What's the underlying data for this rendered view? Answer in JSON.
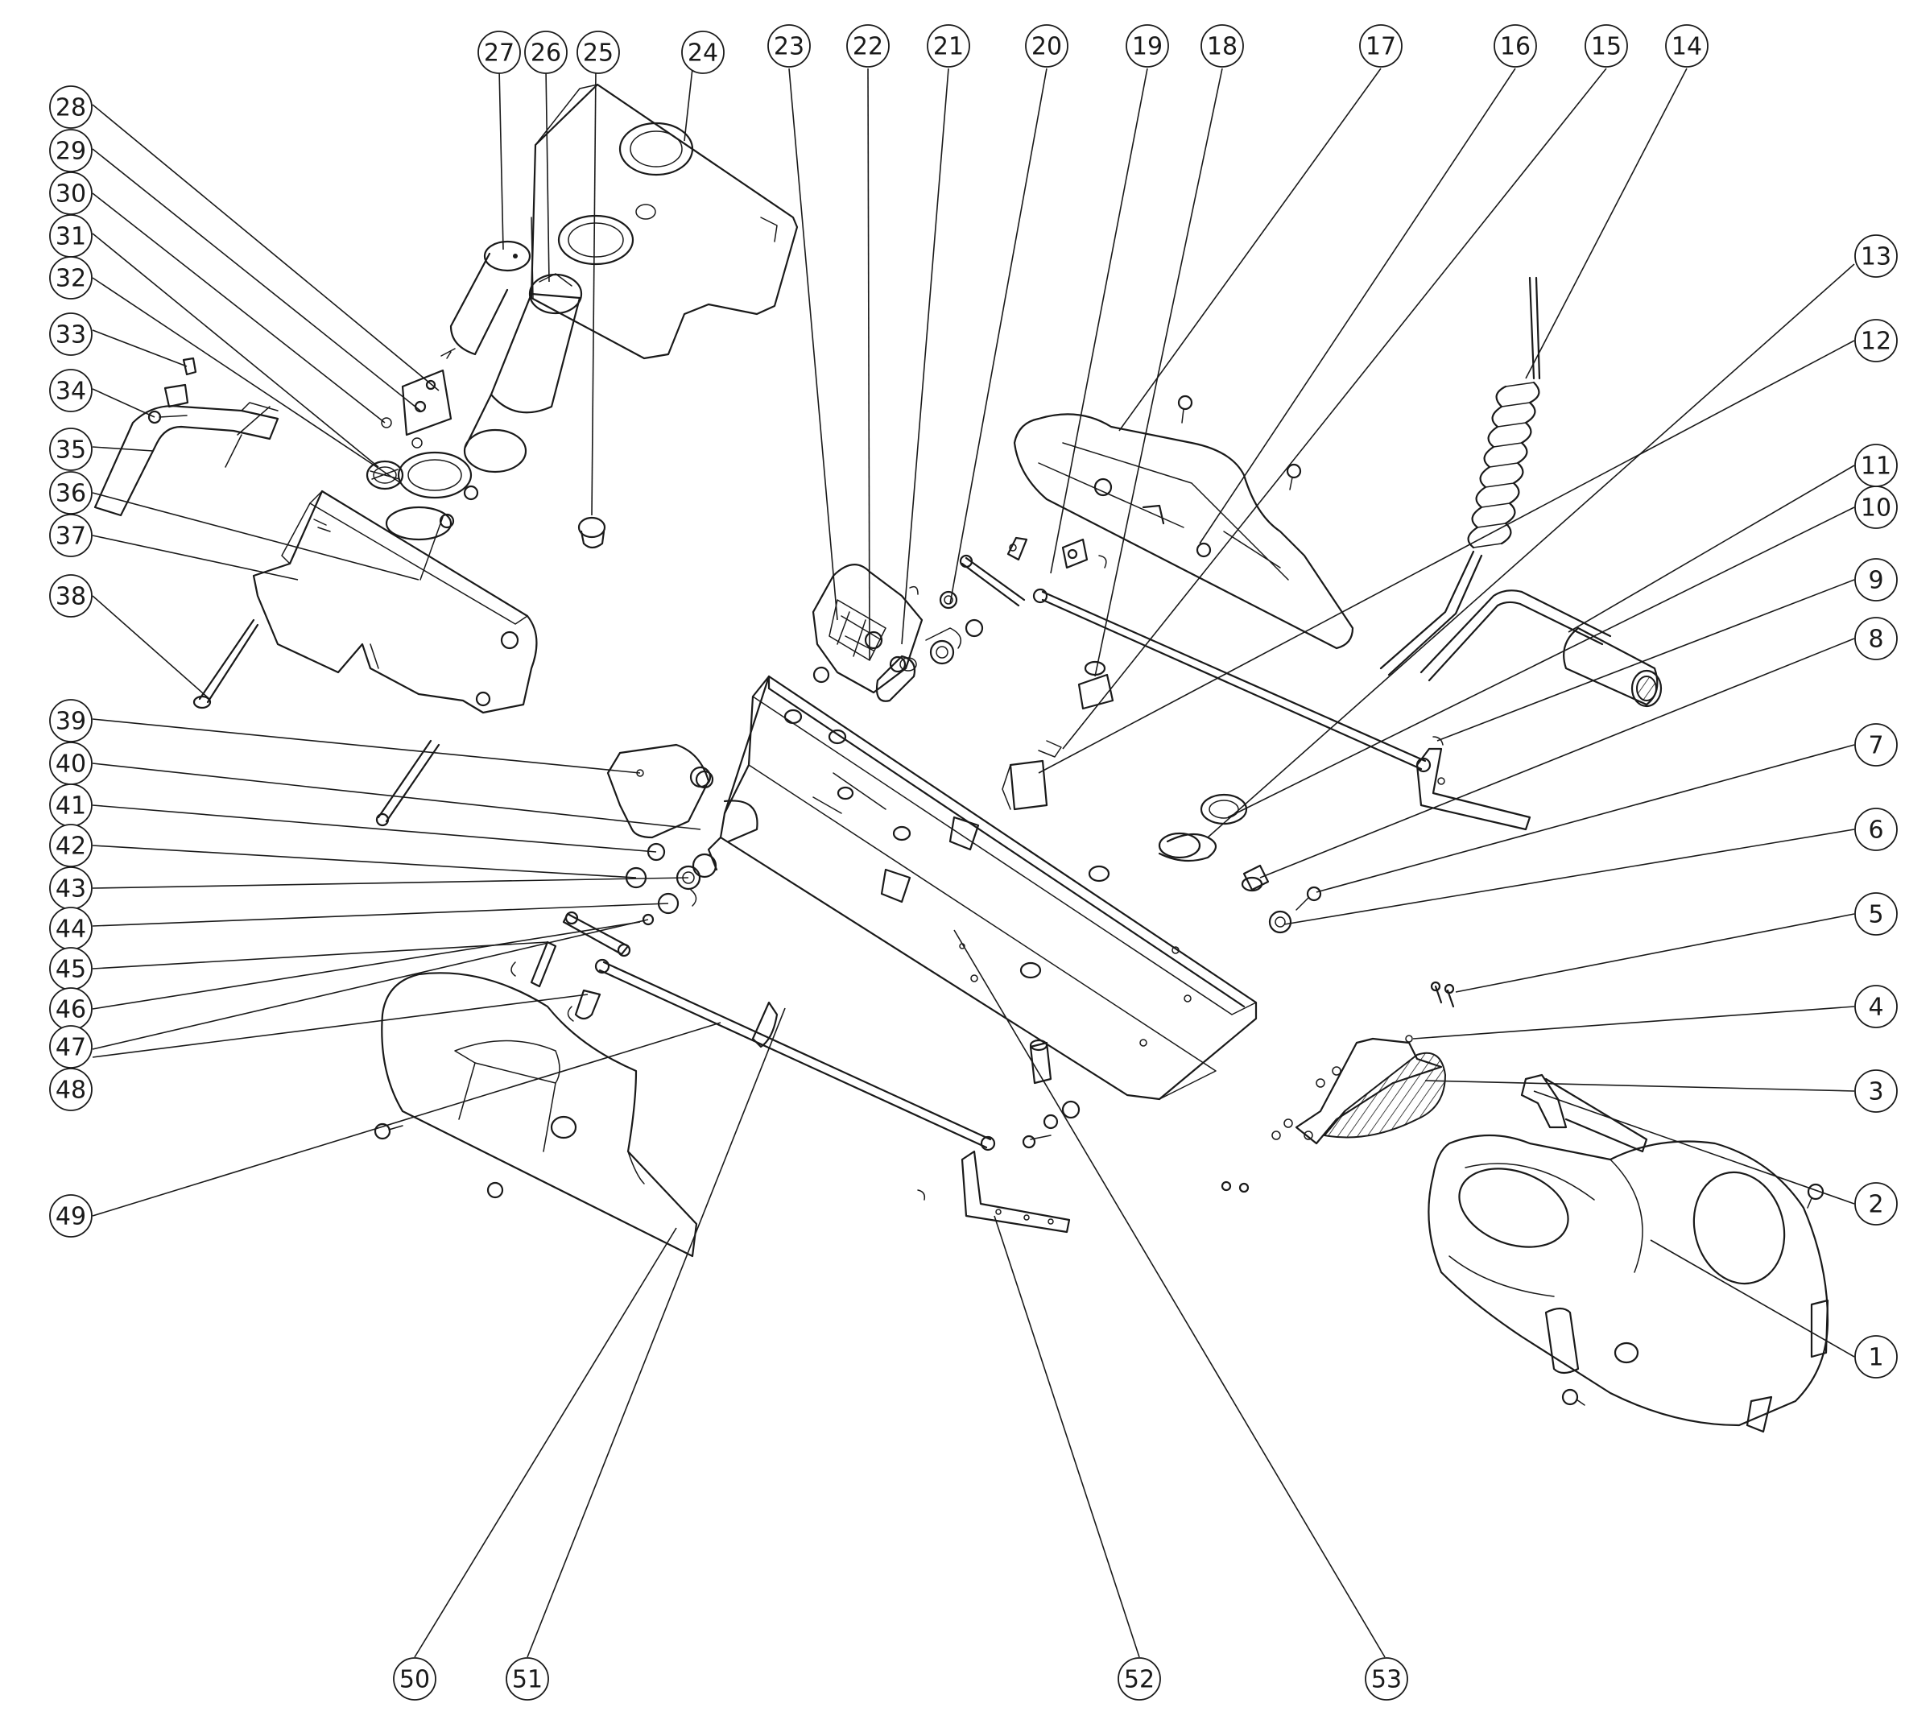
{
  "callouts": [
    {
      "label": "1",
      "id": "1"
    },
    {
      "label": "2",
      "id": "2"
    },
    {
      "label": "3",
      "id": "3"
    },
    {
      "label": "4",
      "id": "4"
    },
    {
      "label": "5",
      "id": "5"
    },
    {
      "label": "6",
      "id": "6"
    },
    {
      "label": "7",
      "id": "7"
    },
    {
      "label": "8",
      "id": "8"
    },
    {
      "label": "9",
      "id": "9"
    },
    {
      "label": "10",
      "id": "10"
    },
    {
      "label": "11",
      "id": "11"
    },
    {
      "label": "12",
      "id": "12"
    },
    {
      "label": "13",
      "id": "13"
    },
    {
      "label": "14",
      "id": "14"
    },
    {
      "label": "15",
      "id": "15"
    },
    {
      "label": "16",
      "id": "16"
    },
    {
      "label": "17",
      "id": "17"
    },
    {
      "label": "18",
      "id": "18"
    },
    {
      "label": "19",
      "id": "19"
    },
    {
      "label": "20",
      "id": "20"
    },
    {
      "label": "21",
      "id": "21"
    },
    {
      "label": "22",
      "id": "22"
    },
    {
      "label": "23",
      "id": "23"
    },
    {
      "label": "24",
      "id": "24"
    },
    {
      "label": "25",
      "id": "25"
    },
    {
      "label": "26",
      "id": "26"
    },
    {
      "label": "27",
      "id": "27"
    },
    {
      "label": "28",
      "id": "28"
    },
    {
      "label": "29",
      "id": "29"
    },
    {
      "label": "30",
      "id": "30"
    },
    {
      "label": "31",
      "id": "31"
    },
    {
      "label": "32",
      "id": "32"
    },
    {
      "label": "33",
      "id": "33"
    },
    {
      "label": "34",
      "id": "34"
    },
    {
      "label": "35",
      "id": "35"
    },
    {
      "label": "36",
      "id": "36"
    },
    {
      "label": "37",
      "id": "37"
    },
    {
      "label": "38",
      "id": "38"
    },
    {
      "label": "39",
      "id": "39"
    },
    {
      "label": "40",
      "id": "40"
    },
    {
      "label": "41",
      "id": "41"
    },
    {
      "label": "42",
      "id": "42"
    },
    {
      "label": "43",
      "id": "43"
    },
    {
      "label": "44",
      "id": "44"
    },
    {
      "label": "45",
      "id": "45"
    },
    {
      "label": "46",
      "id": "46"
    },
    {
      "label": "47",
      "id": "47"
    },
    {
      "label": "48",
      "id": "48"
    },
    {
      "label": "49",
      "id": "49"
    },
    {
      "label": "50",
      "id": "50"
    },
    {
      "label": "51",
      "id": "51"
    },
    {
      "label": "52",
      "id": "52"
    },
    {
      "label": "53",
      "id": "53"
    }
  ],
  "colors": {
    "line": "#1a1a1a",
    "background": "#ffffff"
  }
}
